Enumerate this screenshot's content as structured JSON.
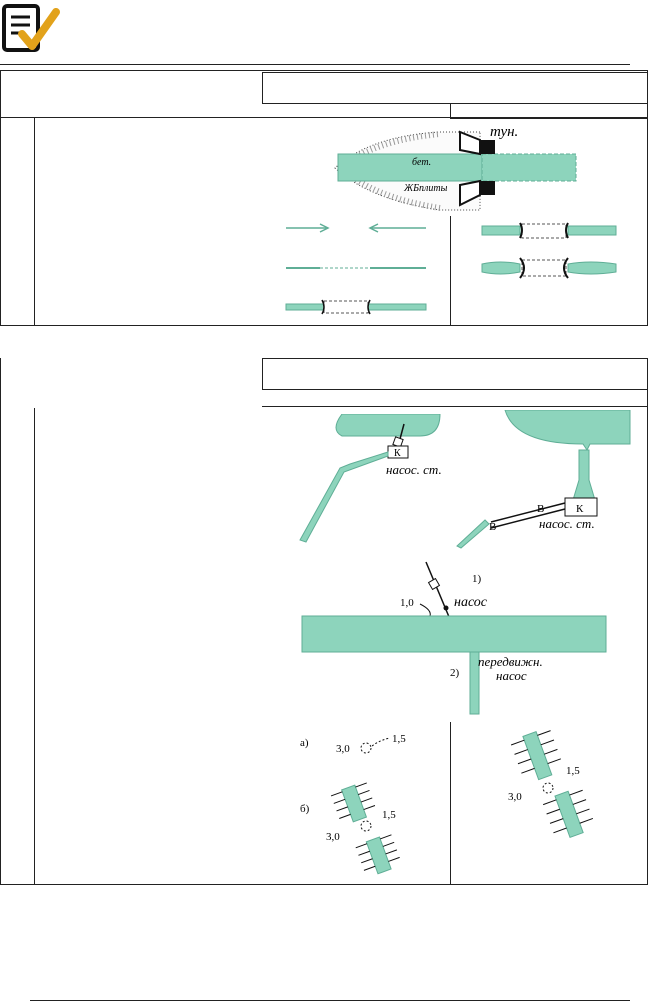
{
  "colors": {
    "water": "#8dd4bc",
    "water_stroke": "#5fae96",
    "ink": "#1a1a1a",
    "logo_check": "#e2a21b"
  },
  "logo": {
    "icon": "document-check-icon"
  },
  "figure1": {
    "label_tunnel": "тун.",
    "label_concrete": "бет.",
    "label_plates": "ЖБплиты"
  },
  "figure2": {
    "pump_box": "К",
    "pump_station": "насос. ст.",
    "pump_box_right": "К",
    "pump_station_right": "насос. ст.",
    "marker_b1": "B",
    "marker_b2": "B",
    "variant_1": "1)",
    "variant_2": "2)",
    "distance_1_0": "1,0",
    "pump": "насос",
    "mobile_pump_line1": "передвижн.",
    "mobile_pump_line2": "насос"
  },
  "figure3": {
    "case_a": "а)",
    "case_b": "б)",
    "dist_3_0_a": "3,0",
    "dist_1_5_a": "1,5",
    "dist_1_5_b": "1,5",
    "dist_3_0_b": "3,0",
    "dist_1_5_r": "1,5",
    "dist_3_0_r": "3,0"
  }
}
